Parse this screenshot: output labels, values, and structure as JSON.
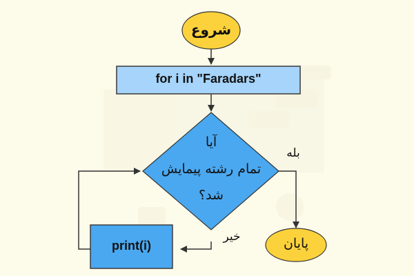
{
  "diagram": {
    "type": "flowchart",
    "colors": {
      "background": "#fdfbea",
      "terminal_fill": "#fcd23c",
      "process_light_fill": "#a6d4fa",
      "process_fill": "#4aa8f0",
      "decision_fill": "#4aa8f0",
      "stroke": "#333333"
    },
    "nodes": {
      "start": {
        "label": "شروع",
        "shape": "ellipse"
      },
      "loop": {
        "label": "for i in \"Faradars\"",
        "shape": "rectangle"
      },
      "decision": {
        "shape": "diamond",
        "line1": "آیا",
        "line2": "تمام رشته پیمایش",
        "line3": "شد؟"
      },
      "print": {
        "label": "print(i)",
        "shape": "rectangle"
      },
      "end": {
        "label": "پایان",
        "shape": "ellipse"
      }
    },
    "edges": {
      "yes_label": "بله",
      "no_label": "خیر"
    }
  }
}
